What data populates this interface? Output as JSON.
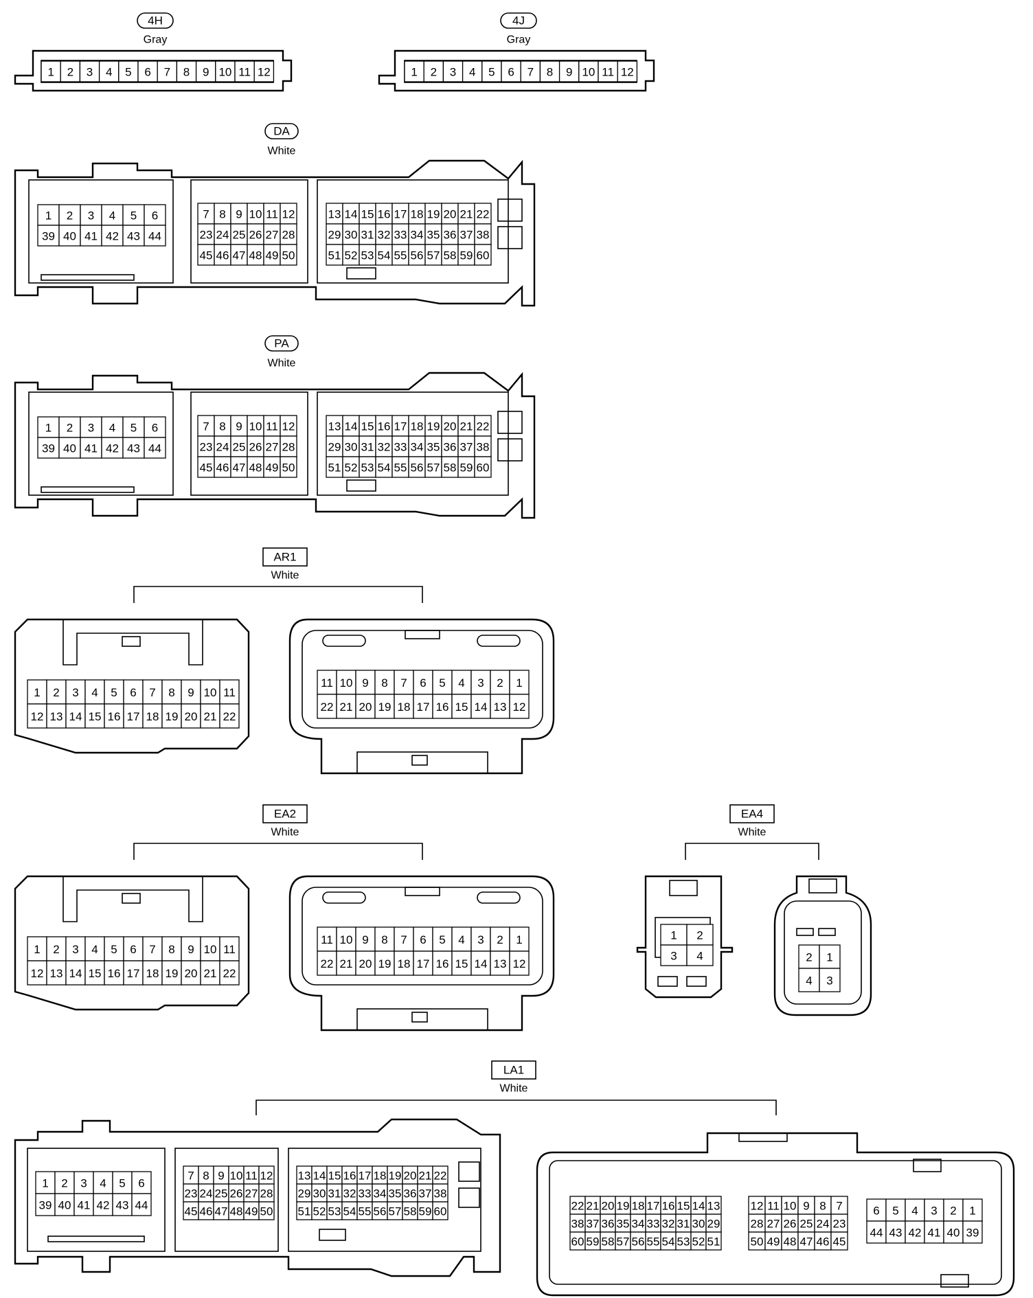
{
  "connectors": [
    {
      "code": "4H",
      "color": "Gray",
      "label_style": "oval",
      "pins": [
        1,
        2,
        3,
        4,
        5,
        6,
        7,
        8,
        9,
        10,
        11,
        12
      ]
    },
    {
      "code": "4J",
      "color": "Gray",
      "label_style": "oval",
      "pins": [
        1,
        2,
        3,
        4,
        5,
        6,
        7,
        8,
        9,
        10,
        11,
        12
      ]
    },
    {
      "code": "DA",
      "color": "White",
      "label_style": "oval",
      "pin_blocks": [
        [
          [
            1,
            2,
            3,
            4,
            5,
            6
          ],
          [
            39,
            40,
            41,
            42,
            43,
            44
          ]
        ],
        [
          [
            7,
            8,
            9,
            10,
            11,
            12
          ],
          [
            23,
            24,
            25,
            26,
            27,
            28
          ],
          [
            45,
            46,
            47,
            48,
            49,
            50
          ]
        ],
        [
          [
            13,
            14,
            15,
            16,
            17,
            18,
            19,
            20,
            21,
            22
          ],
          [
            29,
            30,
            31,
            32,
            33,
            34,
            35,
            36,
            37,
            38
          ],
          [
            51,
            52,
            53,
            54,
            55,
            56,
            57,
            58,
            59,
            60
          ]
        ]
      ]
    },
    {
      "code": "PA",
      "color": "White",
      "label_style": "oval",
      "pin_blocks": [
        [
          [
            1,
            2,
            3,
            4,
            5,
            6
          ],
          [
            39,
            40,
            41,
            42,
            43,
            44
          ]
        ],
        [
          [
            7,
            8,
            9,
            10,
            11,
            12
          ],
          [
            23,
            24,
            25,
            26,
            27,
            28
          ],
          [
            45,
            46,
            47,
            48,
            49,
            50
          ]
        ],
        [
          [
            13,
            14,
            15,
            16,
            17,
            18,
            19,
            20,
            21,
            22
          ],
          [
            29,
            30,
            31,
            32,
            33,
            34,
            35,
            36,
            37,
            38
          ],
          [
            51,
            52,
            53,
            54,
            55,
            56,
            57,
            58,
            59,
            60
          ]
        ]
      ]
    },
    {
      "code": "AR1",
      "color": "White",
      "label_style": "box",
      "left_pins": [
        [
          1,
          2,
          3,
          4,
          5,
          6,
          7,
          8,
          9,
          10,
          11
        ],
        [
          12,
          13,
          14,
          15,
          16,
          17,
          18,
          19,
          20,
          21,
          22
        ]
      ],
      "right_pins": [
        [
          11,
          10,
          9,
          8,
          7,
          6,
          5,
          4,
          3,
          2,
          1
        ],
        [
          22,
          21,
          20,
          19,
          18,
          17,
          16,
          15,
          14,
          13,
          12
        ]
      ]
    },
    {
      "code": "EA2",
      "color": "White",
      "label_style": "box",
      "left_pins": [
        [
          1,
          2,
          3,
          4,
          5,
          6,
          7,
          8,
          9,
          10,
          11
        ],
        [
          12,
          13,
          14,
          15,
          16,
          17,
          18,
          19,
          20,
          21,
          22
        ]
      ],
      "right_pins": [
        [
          11,
          10,
          9,
          8,
          7,
          6,
          5,
          4,
          3,
          2,
          1
        ],
        [
          22,
          21,
          20,
          19,
          18,
          17,
          16,
          15,
          14,
          13,
          12
        ]
      ]
    },
    {
      "code": "EA4",
      "color": "White",
      "label_style": "box",
      "left_pins": [
        [
          1,
          2
        ],
        [
          3,
          4
        ]
      ],
      "right_pins": [
        [
          2,
          1
        ],
        [
          4,
          3
        ]
      ]
    },
    {
      "code": "LA1",
      "color": "White",
      "label_style": "box",
      "left_blocks": [
        [
          [
            1,
            2,
            3,
            4,
            5,
            6
          ],
          [
            39,
            40,
            41,
            42,
            43,
            44
          ]
        ],
        [
          [
            7,
            8,
            9,
            10,
            11,
            12
          ],
          [
            23,
            24,
            25,
            26,
            27,
            28
          ],
          [
            45,
            46,
            47,
            48,
            49,
            50
          ]
        ],
        [
          [
            13,
            14,
            15,
            16,
            17,
            18,
            19,
            20,
            21,
            22
          ],
          [
            29,
            30,
            31,
            32,
            33,
            34,
            35,
            36,
            37,
            38
          ],
          [
            51,
            52,
            53,
            54,
            55,
            56,
            57,
            58,
            59,
            60
          ]
        ]
      ],
      "right_blocks": [
        [
          [
            22,
            21,
            20,
            19,
            18,
            17,
            16,
            15,
            14,
            13
          ],
          [
            38,
            37,
            36,
            35,
            34,
            33,
            32,
            31,
            30,
            29
          ],
          [
            60,
            59,
            58,
            57,
            56,
            55,
            54,
            53,
            52,
            51
          ]
        ],
        [
          [
            12,
            11,
            10,
            9,
            8,
            7
          ],
          [
            28,
            27,
            26,
            25,
            24,
            23
          ],
          [
            50,
            49,
            48,
            47,
            46,
            45
          ]
        ],
        [
          [
            6,
            5,
            4,
            3,
            2,
            1
          ],
          [
            44,
            43,
            42,
            41,
            40,
            39
          ]
        ]
      ]
    }
  ]
}
